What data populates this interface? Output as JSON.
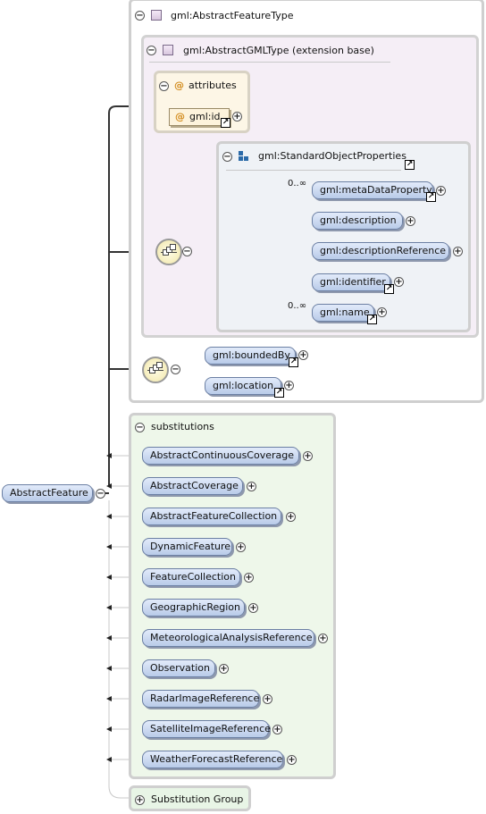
{
  "root": {
    "name": "AbstractFeature"
  },
  "type_group": {
    "title": "gml:AbstractFeatureType"
  },
  "base_group": {
    "title": "gml:AbstractGMLType (extension base)"
  },
  "attributes": {
    "title": "attributes",
    "items": [
      {
        "label": "gml:id"
      }
    ]
  },
  "std_props": {
    "title": "gml:StandardObjectProperties",
    "items": [
      {
        "label": "gml:metaDataProperty",
        "occurs": "0..∞"
      },
      {
        "label": "gml:description",
        "occurs": ""
      },
      {
        "label": "gml:descriptionReference",
        "occurs": ""
      },
      {
        "label": "gml:identifier",
        "occurs": ""
      },
      {
        "label": "gml:name",
        "occurs": "0..∞"
      }
    ]
  },
  "feature_props": {
    "items": [
      {
        "label": "gml:boundedBy"
      },
      {
        "label": "gml:location"
      }
    ]
  },
  "substitutions": {
    "title": "substitutions",
    "items": [
      {
        "label": "AbstractContinuousCoverage"
      },
      {
        "label": "AbstractCoverage"
      },
      {
        "label": "AbstractFeatureCollection"
      },
      {
        "label": "DynamicFeature"
      },
      {
        "label": "FeatureCollection"
      },
      {
        "label": "GeographicRegion"
      },
      {
        "label": "MeteorologicalAnalysisReference"
      },
      {
        "label": "Observation"
      },
      {
        "label": "RadarImageReference"
      },
      {
        "label": "SatelliteImageReference"
      },
      {
        "label": "WeatherForecastReference"
      }
    ]
  },
  "substitution_group": {
    "title": "Substitution Group"
  },
  "icons": {
    "collapse": "minus-circle-icon",
    "expand": "plus-circle-icon",
    "reference": "reference-arrow-icon",
    "sequence": "sequence-icon"
  }
}
